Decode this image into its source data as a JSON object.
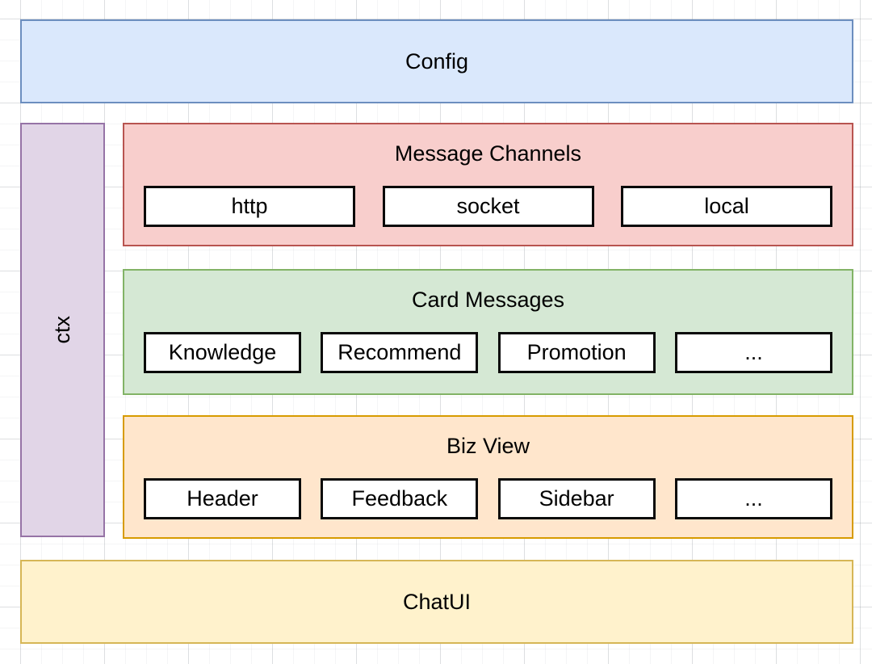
{
  "diagram": {
    "config": {
      "label": "Config"
    },
    "ctx": {
      "label": "ctx"
    },
    "layers": [
      {
        "title": "Message Channels",
        "items": [
          {
            "label": "http"
          },
          {
            "label": "socket"
          },
          {
            "label": "local"
          }
        ],
        "fill": "#f8cecc",
        "stroke": "#b85450"
      },
      {
        "title": "Card Messages",
        "items": [
          {
            "label": "Knowledge"
          },
          {
            "label": "Recommend"
          },
          {
            "label": "Promotion"
          },
          {
            "label": "..."
          }
        ],
        "fill": "#d5e8d4",
        "stroke": "#82b366"
      },
      {
        "title": "Biz View",
        "items": [
          {
            "label": "Header"
          },
          {
            "label": "Feedback"
          },
          {
            "label": "Sidebar"
          },
          {
            "label": "..."
          }
        ],
        "fill": "#ffe6cc",
        "stroke": "#d79b00"
      }
    ],
    "chatui": {
      "label": "ChatUI"
    },
    "palette": {
      "config_fill": "#dae8fc",
      "config_stroke": "#6c8ebf",
      "ctx_fill": "#e1d5e7",
      "ctx_stroke": "#9673a6",
      "chatui_fill": "#fff2cc",
      "chatui_stroke": "#d6b656",
      "inner_box_fill": "#ffffff",
      "inner_box_stroke": "#0a0a0a",
      "text": "#000000"
    }
  }
}
